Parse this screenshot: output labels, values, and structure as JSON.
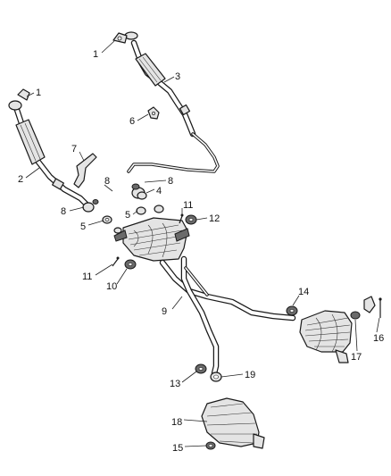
{
  "callouts": {
    "c1a": "1",
    "c1b": "1",
    "c2": "2",
    "c3": "3",
    "c4": "4",
    "c5a": "5",
    "c5b": "5",
    "c6": "6",
    "c7": "7",
    "c8a": "8",
    "c8b": "8",
    "c8c": "8",
    "c9": "9",
    "c10": "10",
    "c11a": "11",
    "c11b": "11",
    "c12": "12",
    "c13": "13",
    "c14": "14",
    "c15": "15",
    "c16": "16",
    "c17": "17",
    "c18": "18",
    "c19": "19"
  }
}
